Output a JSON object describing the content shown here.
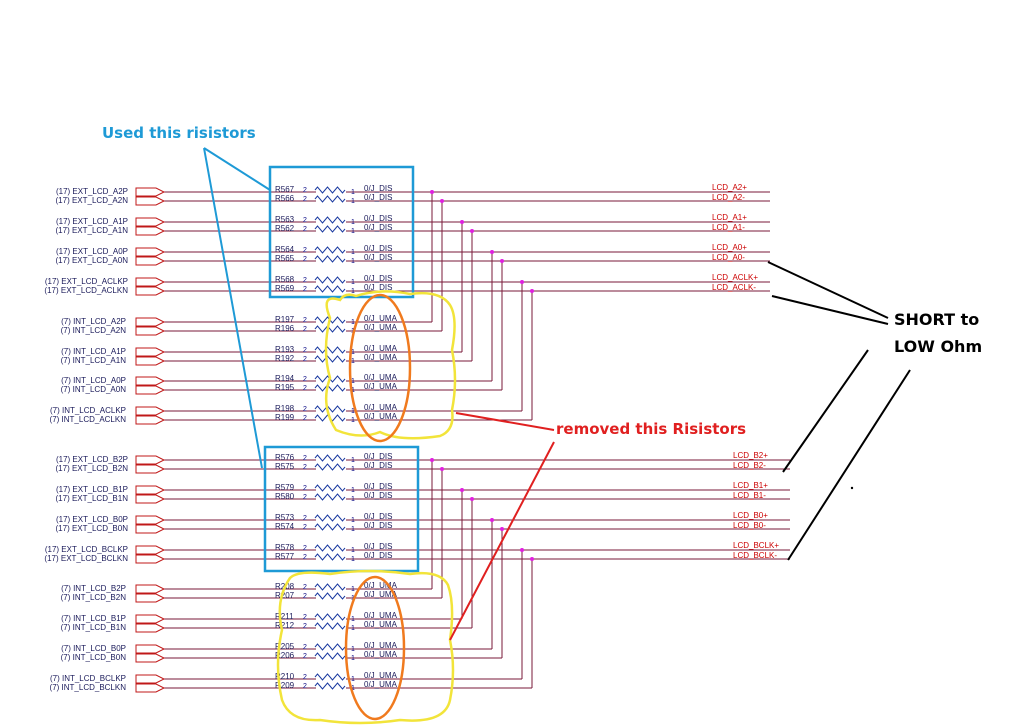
{
  "annotations": {
    "used": "Used this risistors",
    "removed": "removed this Risistors",
    "short_line1": "SHORT to",
    "short_line2": "LOW Ohm"
  },
  "colors": {
    "wire": "#7a1a3a",
    "text": "#1a1a5a",
    "red_text": "#cc0000",
    "blue_box": "#1e9ad6",
    "yellow": "#f2e43a",
    "orange": "#f07a1e",
    "junction": "#e020e0"
  },
  "pins": {
    "left": "2",
    "right": "1"
  },
  "ext_group_a": [
    {
      "ref1": "R567",
      "ref2": "R566",
      "val": "0/J_DIS",
      "in1": "(17)  EXT_LCD_A2P",
      "in2": "(17)  EXT_LCD_A2N",
      "out1": "LCD_A2+",
      "out2": "LCD_A2-"
    },
    {
      "ref1": "R563",
      "ref2": "R562",
      "val": "0/J_DIS",
      "in1": "(17)  EXT_LCD_A1P",
      "in2": "(17)  EXT_LCD_A1N",
      "out1": "LCD_A1+",
      "out2": "LCD_A1-"
    },
    {
      "ref1": "R564",
      "ref2": "R565",
      "val": "0/J_DIS",
      "in1": "(17)  EXT_LCD_A0P",
      "in2": "(17)  EXT_LCD_A0N",
      "out1": "LCD_A0+",
      "out2": "LCD_A0-"
    },
    {
      "ref1": "R568",
      "ref2": "R569",
      "val": "0/J_DIS",
      "in1": "(17)  EXT_LCD_ACLKP",
      "in2": "(17)  EXT_LCD_ACLKN",
      "out1": "LCD_ACLK+",
      "out2": "LCD_ACLK-"
    }
  ],
  "int_group_a": [
    {
      "ref1": "R197",
      "ref2": "R196",
      "val": "0/J_UMA",
      "in1": "(7)  INT_LCD_A2P",
      "in2": "(7)  INT_LCD_A2N"
    },
    {
      "ref1": "R193",
      "ref2": "R192",
      "val": "0/J_UMA",
      "in1": "(7)  INT_LCD_A1P",
      "in2": "(7)  INT_LCD_A1N"
    },
    {
      "ref1": "R194",
      "ref2": "R195",
      "val": "0/J_UMA",
      "in1": "(7)  INT_LCD_A0P",
      "in2": "(7)  INT_LCD_A0N"
    },
    {
      "ref1": "R198",
      "ref2": "R199",
      "val": "0/J_UMA",
      "in1": "(7)  INT_LCD_ACLKP",
      "in2": "(7)  INT_LCD_ACLKN"
    }
  ],
  "ext_group_b": [
    {
      "ref1": "R576",
      "ref2": "R575",
      "val": "0/J_DIS",
      "in1": "(17)  EXT_LCD_B2P",
      "in2": "(17)  EXT_LCD_B2N",
      "out1": "LCD_B2+",
      "out2": "LCD_B2-"
    },
    {
      "ref1": "R579",
      "ref2": "R580",
      "val": "0/J_DIS",
      "in1": "(17)  EXT_LCD_B1P",
      "in2": "(17)  EXT_LCD_B1N",
      "out1": "LCD_B1+",
      "out2": "LCD_B1-"
    },
    {
      "ref1": "R573",
      "ref2": "R574",
      "val": "0/J_DIS",
      "in1": "(17)  EXT_LCD_B0P",
      "in2": "(17)  EXT_LCD_B0N",
      "out1": "LCD_B0+",
      "out2": "LCD_B0-"
    },
    {
      "ref1": "R578",
      "ref2": "R577",
      "val": "0/J_DIS",
      "in1": "(17)  EXT_LCD_BCLKP",
      "in2": "(17)  EXT_LCD_BCLKN",
      "out1": "LCD_BCLK+",
      "out2": "LCD_BCLK-"
    }
  ],
  "int_group_b": [
    {
      "ref1": "R208",
      "ref2": "R207",
      "val": "0/J_UMA",
      "in1": "(7)  INT_LCD_B2P",
      "in2": "(7)  INT_LCD_B2N"
    },
    {
      "ref1": "R211",
      "ref2": "R212",
      "val": "0/J_UMA",
      "in1": "(7)  INT_LCD_B1P",
      "in2": "(7)  INT_LCD_B1N"
    },
    {
      "ref1": "R205",
      "ref2": "R206",
      "val": "0/J_UMA",
      "in1": "(7)  INT_LCD_B0P",
      "in2": "(7)  INT_LCD_B0N"
    },
    {
      "ref1": "R210",
      "ref2": "R209",
      "val": "0/J_UMA",
      "in1": "(7)  INT_LCD_BCLKP",
      "in2": "(7)  INT_LCD_BCLKN"
    }
  ]
}
